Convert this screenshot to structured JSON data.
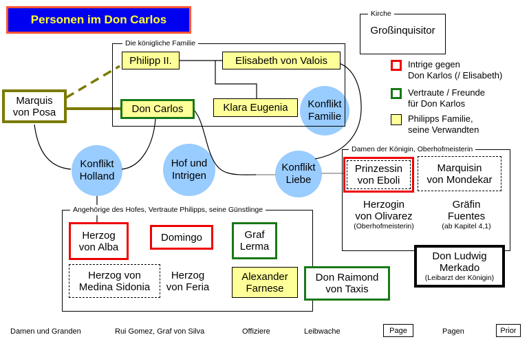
{
  "title": {
    "text": "Personen im Don Carlos"
  },
  "groups": {
    "royal": {
      "label": "Die königliche Familie"
    },
    "kirche": {
      "label": "Kirche"
    },
    "damen": {
      "label": "Damen der Königin, Oberhofmeisterin"
    },
    "hof": {
      "label": "Angehörige des Hofes, Vertraute Philipps, seine Günstlinge"
    }
  },
  "nodes": {
    "philipp": {
      "text": "Philipp II."
    },
    "elisabeth": {
      "text": "Elisabeth von Valois"
    },
    "don_carlos": {
      "text": "Don Carlos"
    },
    "klara": {
      "text": "Klara Eugenia"
    },
    "grossinquisitor": {
      "text": "Großinquisitor"
    },
    "posa": {
      "lines": [
        "Marquis",
        "von Posa"
      ]
    },
    "eboli": {
      "lines": [
        "Prinzessin",
        "von Eboli"
      ]
    },
    "mondekar": {
      "lines": [
        "Marquisin",
        "von Mondekar"
      ]
    },
    "olivarez": {
      "lines": [
        "Herzogin",
        "von Olivarez"
      ],
      "sub": "(Oberhofmeisterin)"
    },
    "fuentes": {
      "lines": [
        "Gräfin",
        "Fuentes"
      ],
      "sub": "(ab Kapitel 4,1)"
    },
    "merkado": {
      "lines": [
        "Don Ludwig",
        "Merkado"
      ],
      "sub": "(Leibarzt der Königin)"
    },
    "alba": {
      "lines": [
        "Herzog",
        "von Alba"
      ]
    },
    "domingo": {
      "text": "Domingo"
    },
    "lerma": {
      "lines": [
        "Graf",
        "Lerma"
      ]
    },
    "medina": {
      "lines": [
        "Herzog von",
        "Medina Sidonia"
      ]
    },
    "feria": {
      "lines": [
        "Herzog",
        "von Feria"
      ]
    },
    "farnese": {
      "lines": [
        "Alexander",
        "Farnese"
      ]
    },
    "taxis": {
      "lines": [
        "Don Raimond",
        "von Taxis"
      ]
    }
  },
  "conflicts": {
    "holland": {
      "lines": [
        "Konflikt",
        "Holland"
      ]
    },
    "hof_intrigen": {
      "lines": [
        "Hof und",
        "Intrigen"
      ]
    },
    "liebe": {
      "lines": [
        "Konflikt",
        "Liebe"
      ]
    },
    "familie": {
      "lines": [
        "Konflikt",
        "Familie"
      ]
    }
  },
  "legend": {
    "items": [
      {
        "name": "intrige",
        "lines": [
          "Intrige gegen",
          "Don Karlos (/ Elisabeth)"
        ]
      },
      {
        "name": "vertraute",
        "lines": [
          "Vertraute / Freunde",
          "für Don Karlos"
        ]
      },
      {
        "name": "familie",
        "lines": [
          "Philipps Familie,",
          "seine Verwandten"
        ]
      }
    ]
  },
  "footer": {
    "labels": [
      "Damen und Granden",
      "Rui Gomez, Graf von Silva",
      "Offiziere",
      "Leibwache",
      "Pagen"
    ],
    "boxed": [
      "Page",
      "Prior"
    ]
  },
  "colors": {
    "family_fill": "#FFFF99",
    "conflict_fill": "#99CCFF",
    "intrigue_red": "#EE0000",
    "friend_green": "#187818",
    "posa_olive": "#7A7A00",
    "title_bg": "#0000F0",
    "title_border": "#FF5533",
    "title_text": "#FFFF33"
  }
}
